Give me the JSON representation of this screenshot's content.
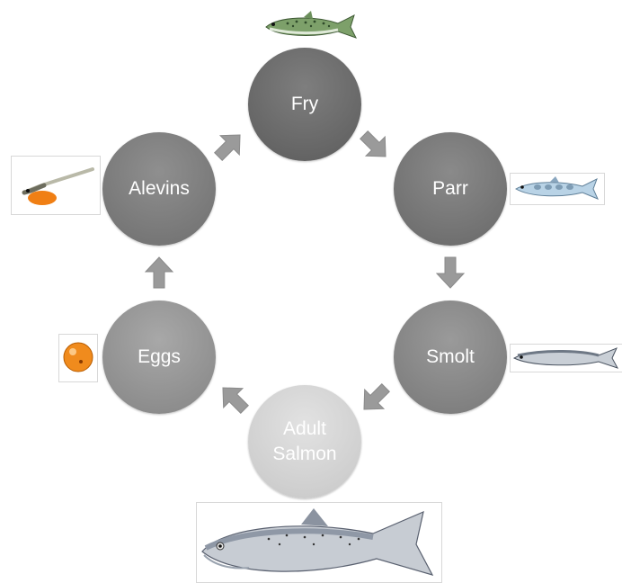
{
  "diagram": {
    "stages": [
      {
        "id": "fry",
        "label": "Fry"
      },
      {
        "id": "parr",
        "label": "Parr"
      },
      {
        "id": "smolt",
        "label": "Smolt"
      },
      {
        "id": "adult",
        "label": "Adult\nSalmon"
      },
      {
        "id": "eggs",
        "label": "Eggs"
      },
      {
        "id": "alevins",
        "label": "Alevins"
      }
    ],
    "cycle_order": [
      "eggs",
      "alevins",
      "fry",
      "parr",
      "smolt",
      "adult"
    ],
    "colors": {
      "fry": "#6a6a6a",
      "parr": "#777777",
      "smolt": "#868686",
      "adult": "#cdcdcd",
      "eggs": "#949494",
      "alevins": "#7c7c7c",
      "arrow": "#9a9a9a",
      "label_text": "#ffffff"
    }
  }
}
